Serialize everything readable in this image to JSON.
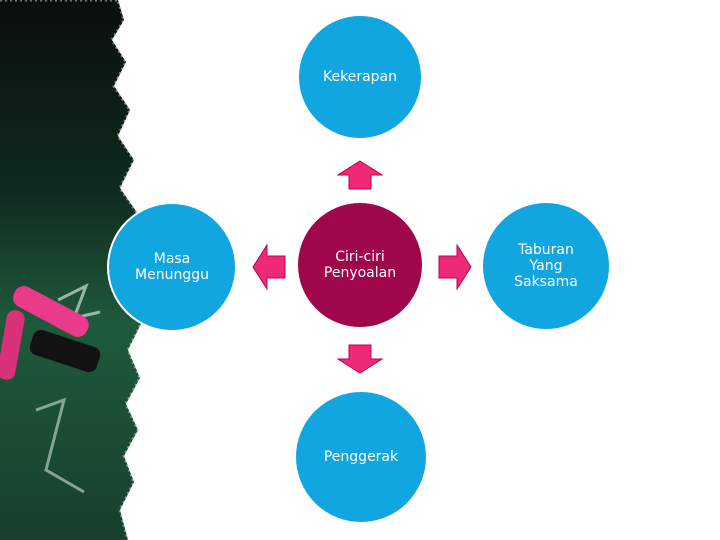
{
  "diagram": {
    "center": {
      "label": "Ciri-ciri\nPenyoalan"
    },
    "top": {
      "label": "Kekerapan"
    },
    "left": {
      "label": "Masa\nMenunggu"
    },
    "right": {
      "label": "Taburan\nYang\nSaksama"
    },
    "bottom": {
      "label": "Penggerak"
    }
  },
  "colors": {
    "node_fill": "#12a6e0",
    "center_fill": "#a0064a",
    "arrow_fill": "#ee2a78",
    "arrow_stroke": "#c00050",
    "text": "#ffffff"
  }
}
